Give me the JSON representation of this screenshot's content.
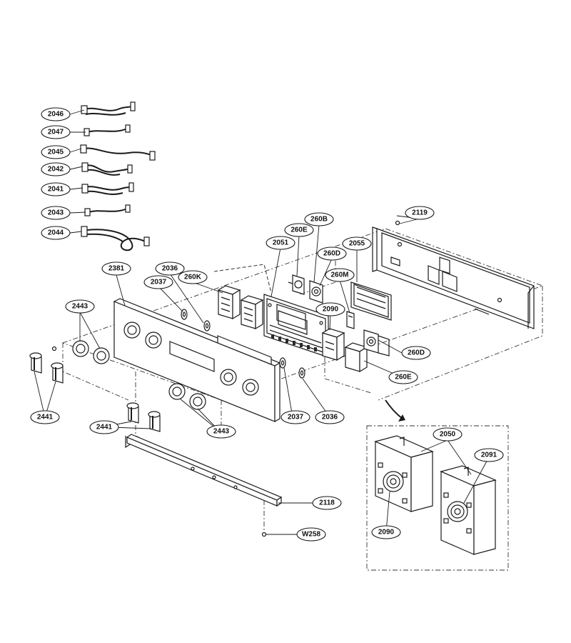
{
  "callouts": [
    {
      "id": "c2046",
      "text": "2046"
    },
    {
      "id": "c2047",
      "text": "2047"
    },
    {
      "id": "c2045",
      "text": "2045"
    },
    {
      "id": "c2042",
      "text": "2042"
    },
    {
      "id": "c2041",
      "text": "2041"
    },
    {
      "id": "c2043",
      "text": "2043"
    },
    {
      "id": "c2044",
      "text": "2044"
    },
    {
      "id": "c2119",
      "text": "2119"
    },
    {
      "id": "c260B",
      "text": "260B"
    },
    {
      "id": "c260E_top",
      "text": "260E"
    },
    {
      "id": "c2051",
      "text": "2051"
    },
    {
      "id": "c260D_top",
      "text": "260D"
    },
    {
      "id": "c2055",
      "text": "2055"
    },
    {
      "id": "c2381",
      "text": "2381"
    },
    {
      "id": "c2036_top",
      "text": "2036"
    },
    {
      "id": "c260K",
      "text": "260K"
    },
    {
      "id": "c2037_top",
      "text": "2037"
    },
    {
      "id": "c260M",
      "text": "260M"
    },
    {
      "id": "c2443_left",
      "text": "2443"
    },
    {
      "id": "c2090_main",
      "text": "2090"
    },
    {
      "id": "c260D_right",
      "text": "260D"
    },
    {
      "id": "c260E_right",
      "text": "260E"
    },
    {
      "id": "c2037_bottom",
      "text": "2037"
    },
    {
      "id": "c2036_bottom",
      "text": "2036"
    },
    {
      "id": "c2441_left",
      "text": "2441"
    },
    {
      "id": "c2441_mid",
      "text": "2441"
    },
    {
      "id": "c2443_mid",
      "text": "2443"
    },
    {
      "id": "c2050",
      "text": "2050"
    },
    {
      "id": "c2091",
      "text": "2091"
    },
    {
      "id": "c2090_inset",
      "text": "2090"
    },
    {
      "id": "c2118",
      "text": "2118"
    },
    {
      "id": "cW258",
      "text": "W258"
    }
  ]
}
